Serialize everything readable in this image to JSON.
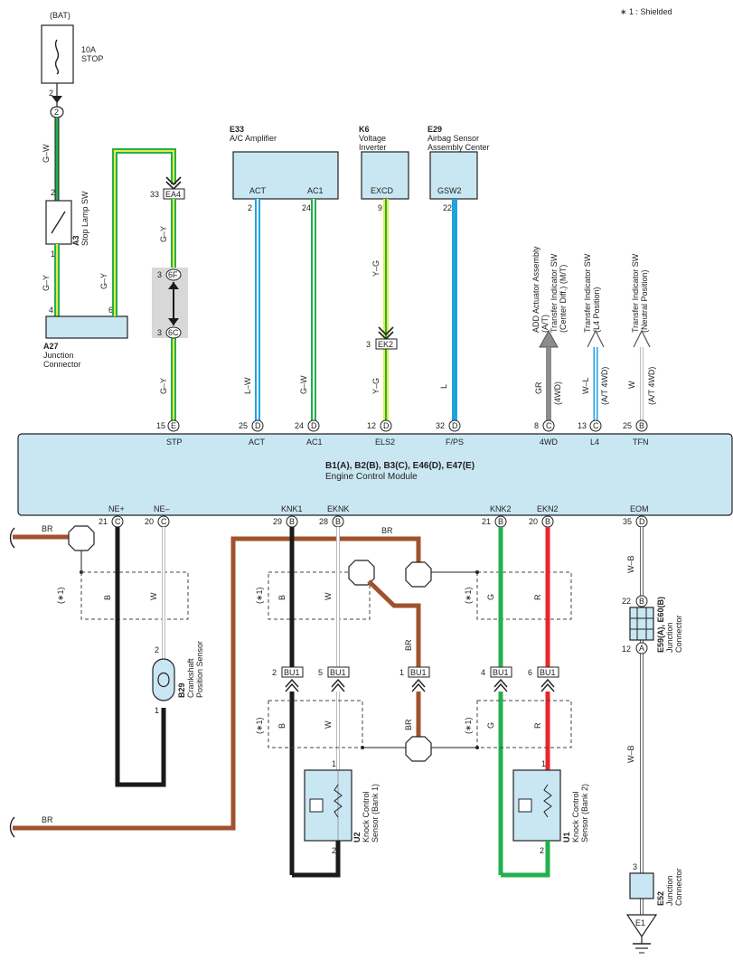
{
  "legend": {
    "note": "∗ 1 : Shielded"
  },
  "power": {
    "source": "(BAT)",
    "fuse_rating": "10A",
    "fuse_name": "STOP",
    "pin_top": "2",
    "connector_id": "2",
    "wire_color": "G–W"
  },
  "stop_lamp_sw": {
    "code": "A3",
    "name": "Stop Lamp SW",
    "pin_in": "2",
    "pin_out": "1"
  },
  "junction_a27": {
    "code": "A27",
    "name_line1": "Junction",
    "name_line2": "Connector",
    "pin_left": "4",
    "pin_right": "6",
    "wire_left": "G–Y",
    "wire_right": "G–Y"
  },
  "ea4": {
    "id": "EA4",
    "pin": "33",
    "wire_below": "G–Y",
    "conn_6f_pin": "3",
    "conn_6f_id": "6F",
    "conn_6c_pin": "3",
    "conn_6c_id": "6C",
    "wire_ecm": "G–Y"
  },
  "e33": {
    "code": "E33",
    "name": "A/C Amplifier",
    "pin1_name": "ACT",
    "pin2_name": "AC1",
    "pin1_no": "2",
    "pin2_no": "24",
    "wire1": "L–W",
    "wire2": "G–W"
  },
  "k6": {
    "code": "K6",
    "name_line1": "Voltage",
    "name_line2": "Inverter",
    "pin_name": "EXCD",
    "pin_no": "9",
    "wire_top": "Y–G",
    "ek2_pin": "3",
    "ek2_id": "EK2",
    "wire_bottom": "Y–G"
  },
  "e29": {
    "code": "E29",
    "name_line1": "Airbag Sensor",
    "name_line2": "Assembly Center",
    "pin_name": "GSW2",
    "pin_no": "22",
    "wire": "L"
  },
  "offpage": {
    "add_line1": "ADD Actuator Assembly",
    "add_line2": "(A/T)",
    "add_line3": "Transfer Indicator SW",
    "add_line4": "(Center Diff.) (M/T)",
    "add_wire": "GR",
    "add_note": "(4WD)",
    "l4_line1": "Transfer Indicator SW",
    "l4_line2": "(L4 Position)",
    "l4_wire": "W–L",
    "l4_note": "(A/T 4WD)",
    "n_line1": "Transfer Indicator SW",
    "n_line2": "(Neutral Position)",
    "n_wire": "W",
    "n_note": "(A/T 4WD)"
  },
  "ecm": {
    "title": "B1(A), B2(B), B3(C), E46(D), E47(E)",
    "subtitle": "Engine Control Module",
    "top_pins": [
      {
        "no": "15",
        "conn": "E",
        "name": "STP"
      },
      {
        "no": "25",
        "conn": "D",
        "name": "ACT"
      },
      {
        "no": "24",
        "conn": "D",
        "name": "AC1"
      },
      {
        "no": "12",
        "conn": "D",
        "name": "ELS2"
      },
      {
        "no": "32",
        "conn": "D",
        "name": "F/PS"
      },
      {
        "no": "8",
        "conn": "C",
        "name": "4WD"
      },
      {
        "no": "13",
        "conn": "C",
        "name": "L4"
      },
      {
        "no": "25",
        "conn": "B",
        "name": "TFN"
      }
    ],
    "bottom_pins": [
      {
        "no": "21",
        "conn": "C",
        "name": "NE+"
      },
      {
        "no": "20",
        "conn": "C",
        "name": "NE–"
      },
      {
        "no": "29",
        "conn": "B",
        "name": "KNK1"
      },
      {
        "no": "28",
        "conn": "B",
        "name": "EKNK"
      },
      {
        "no": "21",
        "conn": "B",
        "name": "KNK2"
      },
      {
        "no": "20",
        "conn": "B",
        "name": "EKN2"
      },
      {
        "no": "35",
        "conn": "D",
        "name": "EOM"
      }
    ]
  },
  "lower": {
    "br": "BR",
    "shield": "(∗1)",
    "b": "B",
    "w": "W",
    "g": "G",
    "r": "R",
    "wb": "W–B",
    "bu1": "BU1",
    "bu1_pins": [
      "2",
      "5",
      "1",
      "4",
      "6"
    ]
  },
  "b29": {
    "code": "B29",
    "name_line1": "Crankshaft",
    "name_line2": "Position Sensor",
    "pin_top": "2",
    "pin_bottom": "1"
  },
  "u2": {
    "code": "U2",
    "name_line1": "Knock Control",
    "name_line2": "Sensor (Bank 1)",
    "pin_top": "1",
    "pin_bottom": "2"
  },
  "u1": {
    "code": "U1",
    "name_line1": "Knock Control",
    "name_line2": "Sensor (Bank 2)",
    "pin_top": "1",
    "pin_bottom": "2"
  },
  "e59": {
    "code": "E59(A), E60(B)",
    "name_line1": "Junction",
    "name_line2": "Connector",
    "pin_b": "22",
    "conn_b": "B",
    "pin_a": "12",
    "conn_a": "A"
  },
  "e52": {
    "code": "E52",
    "name_line1": "Junction",
    "name_line2": "Connector",
    "pin": "3",
    "ground_id": "E1"
  },
  "colors": {
    "ecm_fill": "#c9e6f3",
    "green": "#22b14c",
    "yellow": "#e8e84a",
    "blue": "#1fa3e0",
    "brown": "#a0522d",
    "red": "#e8262a",
    "black": "#1a1a1a",
    "gray": "#8c8c8c"
  }
}
